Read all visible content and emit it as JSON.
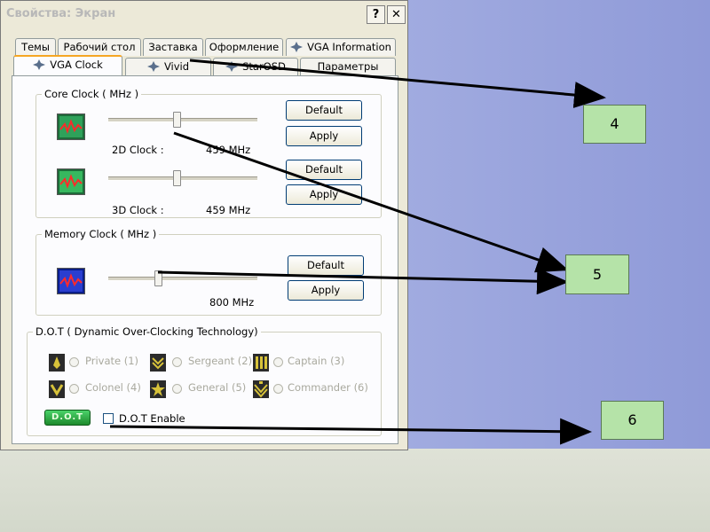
{
  "window": {
    "title": "Свойства: Экран",
    "help_label": "?",
    "close_label": "✕"
  },
  "tabs_row1": [
    "Темы",
    "Рабочий стол",
    "Заставка",
    "Оформление",
    "VGA Information"
  ],
  "tabs_row2": [
    "VGA Clock",
    "Vivid",
    "StarOSD",
    "Параметры"
  ],
  "core_clock": {
    "legend": "Core Clock ( MHz )",
    "label_2d": "2D Clock :",
    "value_2d": "459 MHz",
    "label_3d": "3D Clock :",
    "value_3d": "459 MHz",
    "default_label": "Default",
    "apply_label": "Apply"
  },
  "memory_clock": {
    "legend": "Memory Clock ( MHz )",
    "value": "800 MHz",
    "default_label": "Default",
    "apply_label": "Apply"
  },
  "dot": {
    "legend": "D.O.T ( Dynamic Over-Clocking Technology)",
    "ranks": [
      "Private (1)",
      "Sergeant (2)",
      "Captain (3)",
      "Colonel (4)",
      "General (5)",
      "Commander (6)"
    ],
    "logo_text": "D.O.T",
    "enable_label": "D.O.T Enable",
    "enabled": false
  },
  "callouts": [
    "4",
    "5",
    "6"
  ],
  "colors": {
    "dialog_bg": "#ece9d8",
    "panel_bg": "#fcfcfe",
    "callout_bg": "#b5e3a8",
    "tab_accent": "#f5a623"
  }
}
